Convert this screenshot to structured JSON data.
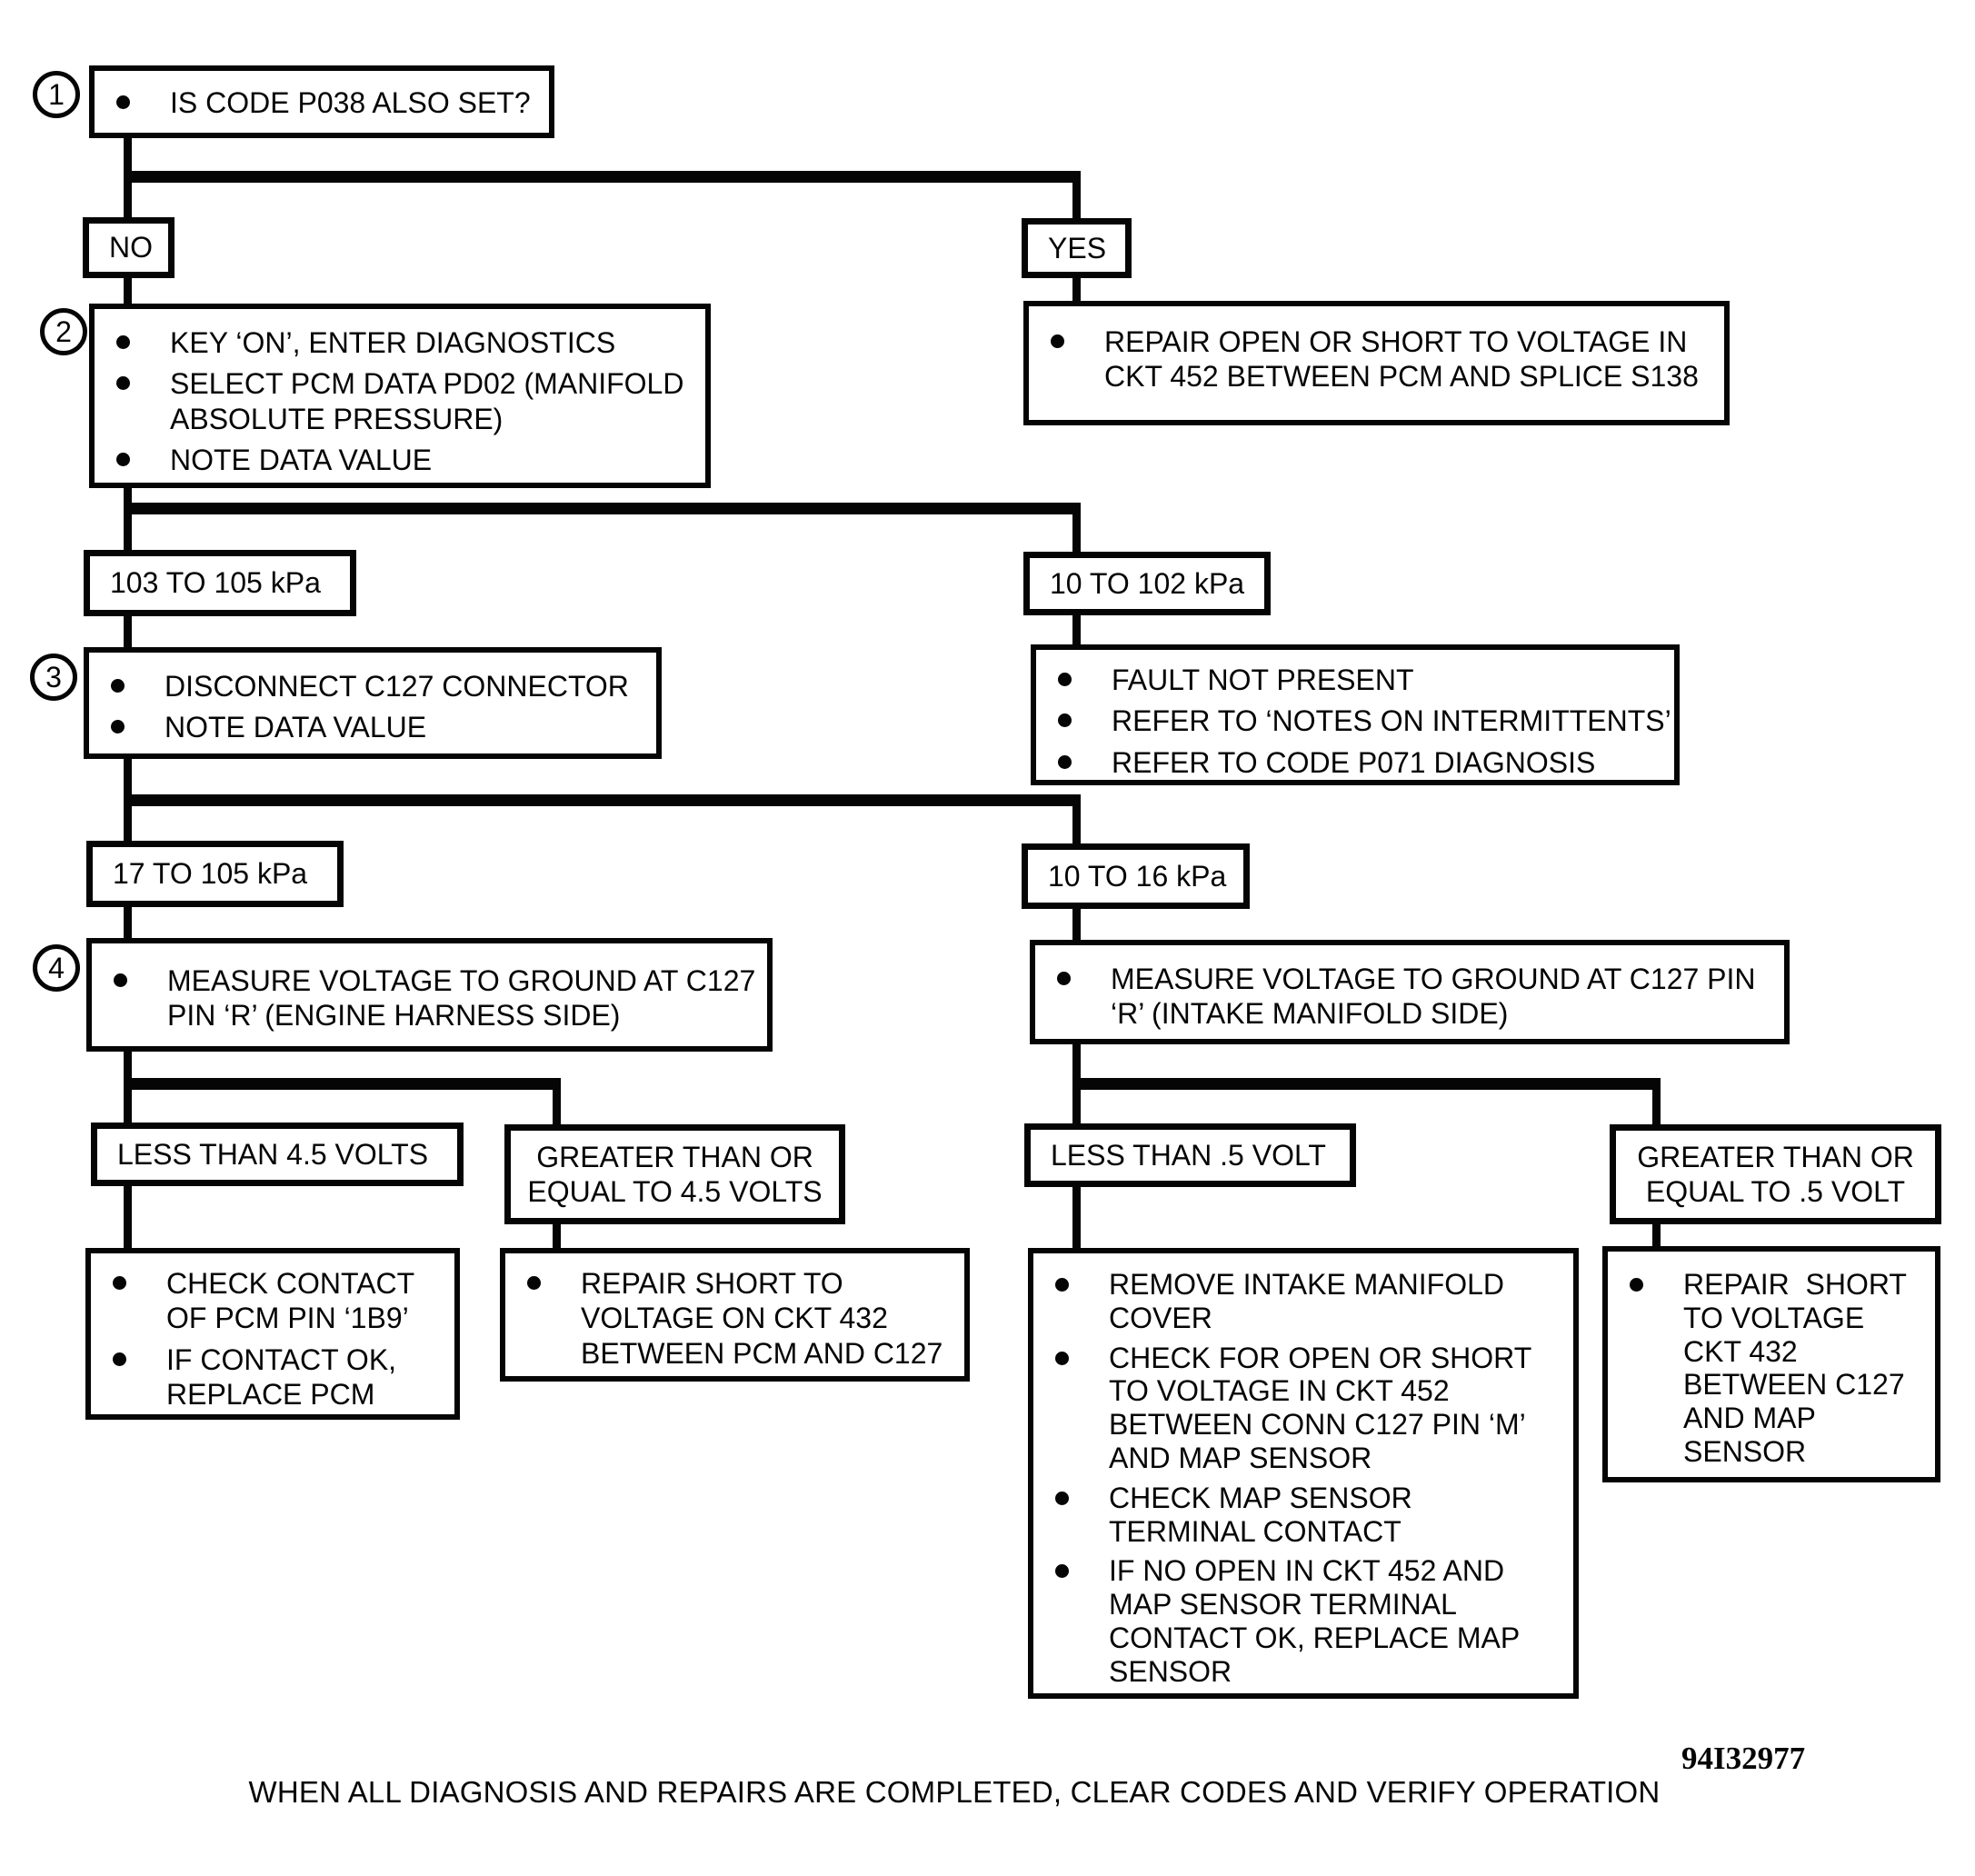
{
  "colors": {
    "ink": "#050505",
    "paper": "#ffffff"
  },
  "nodes": {
    "step1": {
      "number": "1",
      "bullets": [
        "IS CODE P038 ALSO SET?"
      ]
    },
    "branch_no": {
      "label": "NO"
    },
    "branch_yes": {
      "label": "YES"
    },
    "step2": {
      "number": "2",
      "bullets": [
        "KEY ‘ON’, ENTER DIAGNOSTICS",
        "SELECT PCM DATA PD02 (MANIFOLD\nABSOLUTE PRESSURE)",
        "NOTE DATA VALUE"
      ]
    },
    "repair_open_short": {
      "bullets": [
        "REPAIR OPEN OR SHORT TO VOLTAGE IN\nCKT 452 BETWEEN PCM AND SPLICE S138"
      ]
    },
    "range_103_105": {
      "label": "103 TO 105 kPa"
    },
    "range_10_102": {
      "label": "10 TO 102 kPa"
    },
    "step3": {
      "number": "3",
      "bullets": [
        "DISCONNECT C127 CONNECTOR",
        "NOTE DATA VALUE"
      ]
    },
    "fault_not_present": {
      "bullets": [
        "FAULT NOT PRESENT",
        "REFER TO ‘NOTES ON INTERMITTENTS’",
        "REFER TO CODE P071 DIAGNOSIS"
      ]
    },
    "range_17_105": {
      "label": "17 TO 105 kPa"
    },
    "range_10_16": {
      "label": "10 TO 16 kPa"
    },
    "step4": {
      "number": "4",
      "bullets": [
        "MEASURE VOLTAGE TO GROUND AT C127\nPIN ‘R’ (ENGINE HARNESS SIDE)"
      ]
    },
    "measure_intake": {
      "bullets": [
        "MEASURE VOLTAGE TO GROUND AT C127 PIN\n‘R’ (INTAKE MANIFOLD SIDE)"
      ]
    },
    "lt_45": {
      "label": "LESS THAN 4.5 VOLTS"
    },
    "ge_45": {
      "label": "GREATER THAN OR\nEQUAL TO 4.5 VOLTS"
    },
    "lt_05": {
      "label": "LESS THAN .5 VOLT"
    },
    "ge_05": {
      "label": "GREATER THAN OR\nEQUAL TO .5 VOLT"
    },
    "check_pcm": {
      "bullets": [
        "CHECK CONTACT\nOF PCM PIN ‘1B9’",
        "IF CONTACT OK,\nREPLACE PCM"
      ]
    },
    "repair_432_pcm": {
      "bullets": [
        "REPAIR SHORT TO\nVOLTAGE ON CKT 432\nBETWEEN PCM AND C127"
      ]
    },
    "map_sensor_checks": {
      "bullets": [
        "REMOVE INTAKE MANIFOLD\nCOVER",
        "CHECK FOR OPEN OR SHORT\nTO VOLTAGE IN CKT 452\nBETWEEN CONN C127 PIN ‘M’\nAND MAP SENSOR",
        "CHECK MAP SENSOR\nTERMINAL CONTACT",
        "IF NO OPEN IN CKT 452 AND\nMAP SENSOR TERMINAL\nCONTACT OK, REPLACE MAP\nSENSOR"
      ]
    },
    "repair_432_map": {
      "bullets": [
        "REPAIR  SHORT\nTO VOLTAGE\nCKT 432\nBETWEEN C127\nAND MAP\nSENSOR"
      ]
    }
  },
  "footer": {
    "figure_id": "94I32977",
    "note": "WHEN ALL DIAGNOSIS AND REPAIRS ARE COMPLETED, CLEAR CODES AND VERIFY OPERATION"
  }
}
